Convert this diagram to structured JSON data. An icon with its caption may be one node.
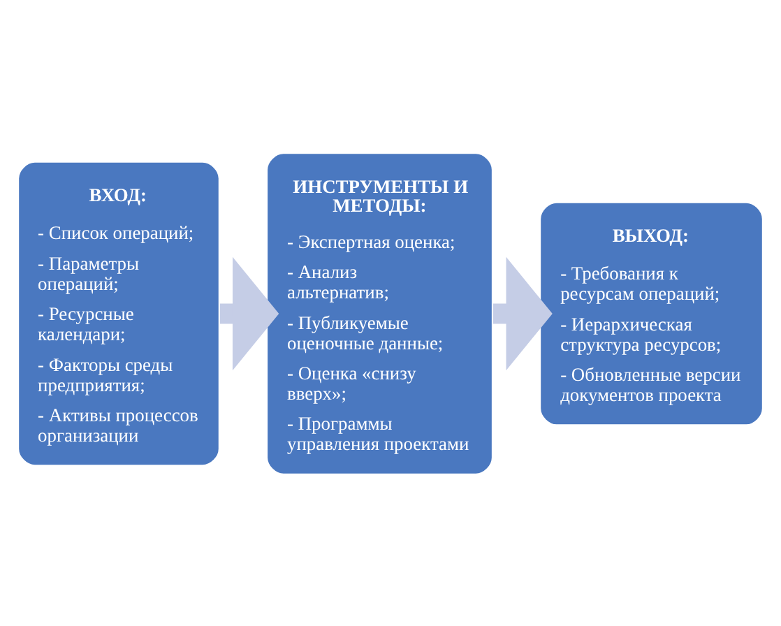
{
  "diagram": {
    "nodes": [
      {
        "text": [
          "ВХОД:",
          "- Список операций;",
          "- Параметры операций;",
          "- Ресурсные календари;",
          "- Факторы среды предприятия;",
          "- Активы процессов организации"
        ]
      },
      {
        "text": [
          "ИНСТРУМЕНТЫ И МЕТОДЫ:",
          "- Экспертная оценка;",
          "- Анализ альтернатив;",
          "- Публикуемые оценочные данные;",
          "- Оценка «снизу вверх»;",
          "- Программы управления проектами"
        ]
      },
      {
        "text": [
          "ВЫХОД:",
          "- Требования к ресурсам операций;",
          "- Иерархическая структура ресурсов;",
          "- Обновленные версии документов проекта"
        ]
      }
    ],
    "edges": [
      {
        "from": 0,
        "to": 1,
        "arrow": "to"
      },
      {
        "from": 1,
        "to": 2,
        "arrow": "to"
      }
    ]
  }
}
